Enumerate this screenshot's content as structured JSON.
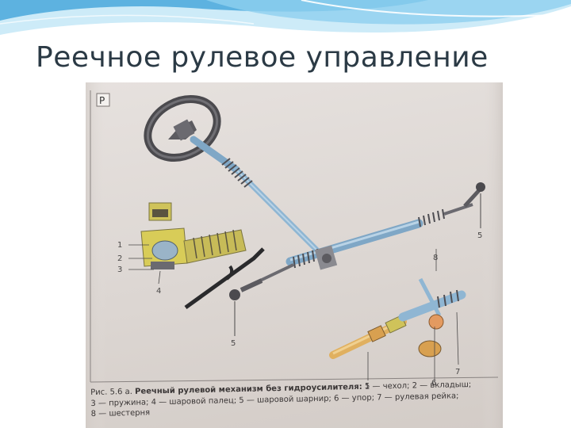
{
  "slide": {
    "title": "Реечное рулевое управление"
  },
  "figure": {
    "badge": "Р",
    "callouts": {
      "c1": "1",
      "c2": "2",
      "c3": "3",
      "c4": "4",
      "c5a": "5",
      "c5b": "5",
      "c5c": "5",
      "c6": "6",
      "c7": "7",
      "c8": "8"
    },
    "caption": {
      "label": "Рис. 5.6 а.",
      "heading": "Реечный рулевой механизм без гидроусилителя:",
      "line1_rest": " 1 — чехол; 2 — вкладыш;",
      "line2": "3 — пружина; 4 — шаровой палец; 5 — шаровой шарнир; 6 — упор; 7 — рулевая рейка;",
      "line3": "8 — шестерня"
    }
  },
  "colors": {
    "title": "#2b3a45",
    "wave_dark": "#4aa3d6",
    "wave_light": "#bfe4f5",
    "shaft": "#8fb6d3",
    "yellow": "#d8cc58",
    "orange": "#d99a5e"
  }
}
